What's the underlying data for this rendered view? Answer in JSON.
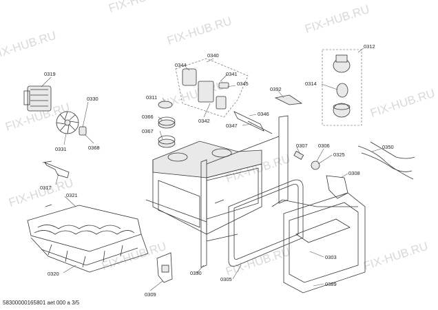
{
  "watermark": "FIX-HUB.RU",
  "footer": "58300000165801 aet 000 a 3/5",
  "labels": {
    "p0319": "0319",
    "p0330": "0330",
    "p0331": "0331",
    "p0368": "0368",
    "p0317": "0317",
    "p0321": "0321",
    "p0320": "0320",
    "p0309": "0309",
    "p0344": "0344",
    "p0340": "0340",
    "p0341": "0341",
    "p0345": "0345",
    "p0311": "0311",
    "p0342": "0342",
    "p0366": "0366",
    "p0367": "0367",
    "p0346": "0346",
    "p0347": "0347",
    "p0392": "0392",
    "p0312": "0312",
    "p0314": "0314",
    "p0307": "0307",
    "p0306": "0306",
    "p0325": "0325",
    "p0350": "0350",
    "p0308": "0308",
    "p0390": "0390",
    "p0305": "0305",
    "p0303": "0303",
    "p0389": "0389"
  }
}
